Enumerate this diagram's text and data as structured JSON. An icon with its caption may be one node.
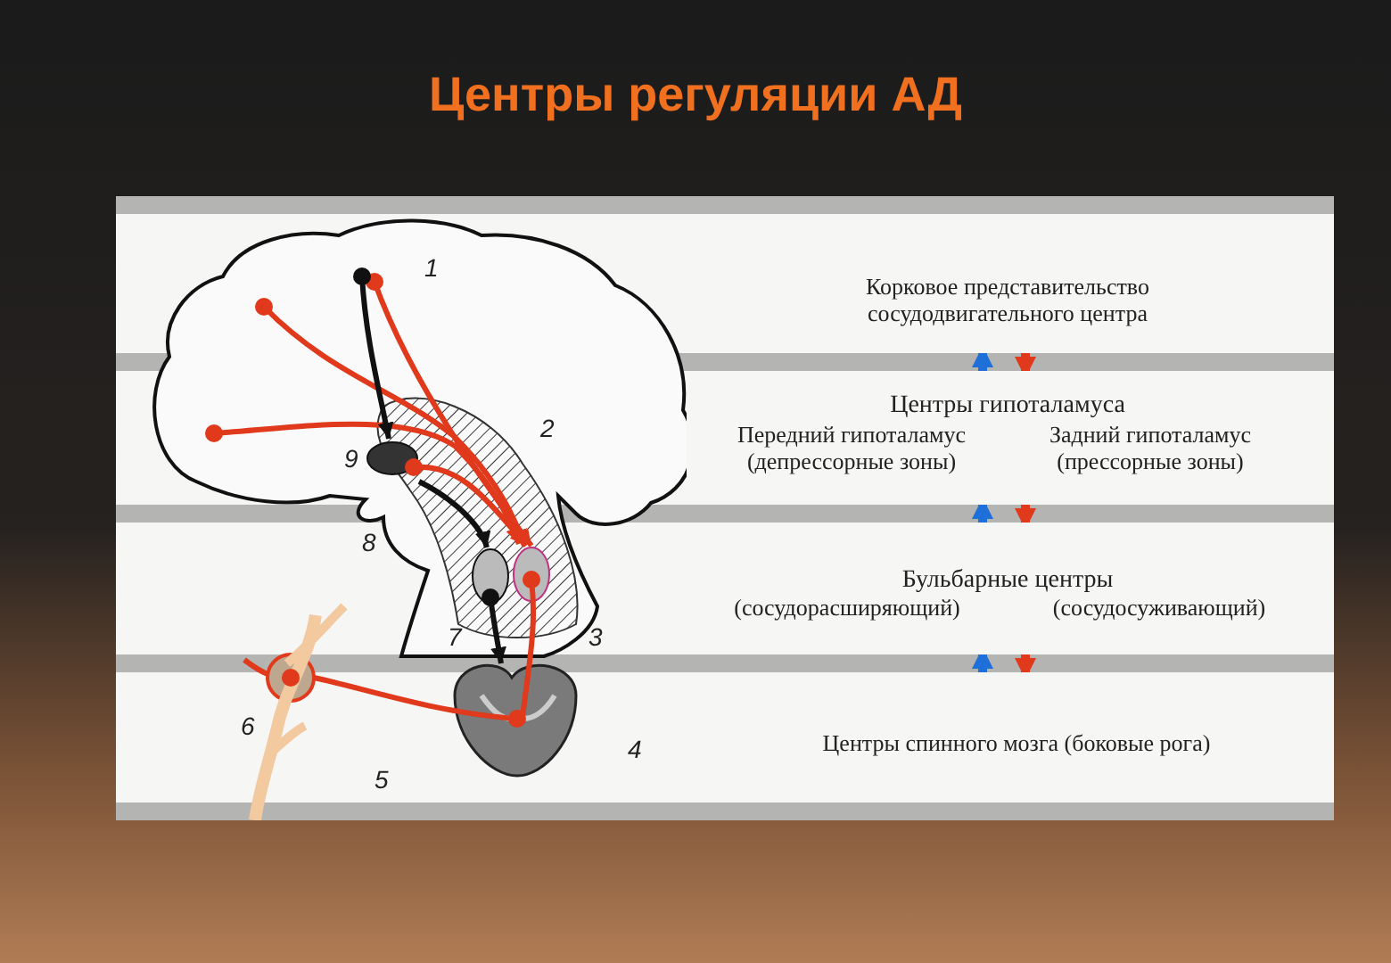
{
  "diagram": {
    "title": "Центры регуляции АД",
    "nodes": [
      {
        "text": [
          "Корковое представительство сосудодвигательного центра"
        ]
      },
      {
        "text": [
          "Центры гипоталамуса",
          "Передний гипоталамус (депрессорные зоны)",
          "Задний гипоталамус (прессорные зоны)"
        ]
      },
      {
        "text": [
          "Бульбарные центры",
          "(сосудорасширяющий)",
          "(сосудосуживающий)"
        ]
      },
      {
        "text": [
          "Центры спинного мозга (боковые рога)"
        ]
      }
    ],
    "edges": [
      {
        "from": 1,
        "to": 0,
        "arrow": "to",
        "color": "#1f6fd8"
      },
      {
        "from": 0,
        "to": 1,
        "arrow": "to",
        "color": "#e0391c"
      },
      {
        "from": 2,
        "to": 1,
        "arrow": "to",
        "color": "#1f6fd8"
      },
      {
        "from": 1,
        "to": 2,
        "arrow": "to",
        "color": "#e0391c"
      },
      {
        "from": 3,
        "to": 2,
        "arrow": "to",
        "color": "#1f6fd8"
      },
      {
        "from": 2,
        "to": 3,
        "arrow": "to",
        "color": "#e0391c"
      }
    ],
    "labels": [
      "1",
      "2",
      "9",
      "8",
      "7",
      "3",
      "6",
      "4",
      "5"
    ]
  }
}
